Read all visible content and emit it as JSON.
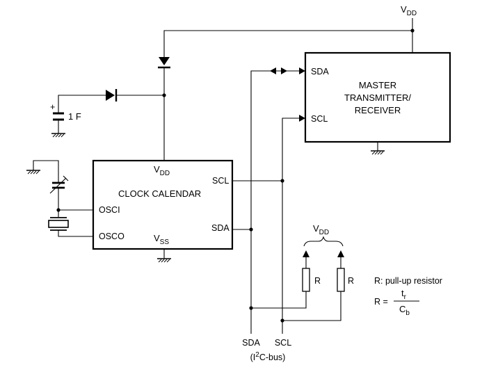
{
  "supply": {
    "vdd_top": {
      "main": "V",
      "sub": "DD"
    },
    "vdd_pullup": {
      "main": "V",
      "sub": "DD"
    }
  },
  "battery": {
    "plus": "+",
    "value": "1 F"
  },
  "clock_calendar": {
    "title": "CLOCK CALENDAR",
    "vdd": {
      "main": "V",
      "sub": "DD"
    },
    "vss": {
      "main": "V",
      "sub": "SS"
    },
    "pins": {
      "scl": "SCL",
      "sda": "SDA",
      "osci": "OSCI",
      "osco": "OSCO"
    }
  },
  "master": {
    "title_lines": [
      "MASTER",
      "TRANSMITTER/",
      "RECEIVER"
    ],
    "pins": {
      "sda": "SDA",
      "scl": "SCL"
    }
  },
  "resistors": {
    "r1": "R",
    "r2": "R"
  },
  "legend": {
    "note": "R: pull-up resistor",
    "formula_lhs": "R =",
    "numerator": {
      "main": "t",
      "sub": "r"
    },
    "denominator": {
      "main": "C",
      "sub": "b"
    }
  },
  "bus": {
    "sda": "SDA",
    "scl": "SCL",
    "caption_prefix": "(I",
    "caption_sup": "2",
    "caption_suffix": "C-bus)"
  }
}
